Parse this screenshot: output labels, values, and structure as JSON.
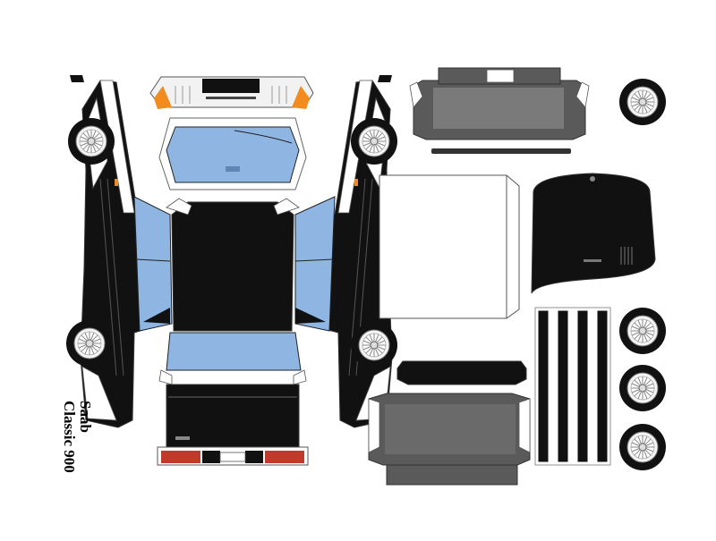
{
  "sheet": {
    "model_name": "Saab",
    "model_line": "Classic 900"
  },
  "colors": {
    "body": "#111111",
    "window": "#8fb6e3",
    "trim": "#8c8c8c",
    "panel_gray": "#5a5a5a",
    "tail_light": "#c0392b",
    "indicator": "#f28c1e",
    "paper": "#ffffff",
    "outline": "#333333"
  },
  "parts": [
    {
      "id": "left-side-panel",
      "icon": "car-side-panel"
    },
    {
      "id": "right-side-panel",
      "icon": "car-side-panel"
    },
    {
      "id": "roof-and-hood-body",
      "icon": "car-body-net"
    },
    {
      "id": "front-grille",
      "icon": "grille"
    },
    {
      "id": "rear-bumper-strip",
      "icon": "bumper"
    },
    {
      "id": "floor-pan",
      "icon": "floor-panel"
    },
    {
      "id": "trunk-lid",
      "icon": "hood-panel"
    },
    {
      "id": "wheel-strips",
      "icon": "strip"
    },
    {
      "id": "spare-wheels",
      "icon": "wheel"
    }
  ]
}
